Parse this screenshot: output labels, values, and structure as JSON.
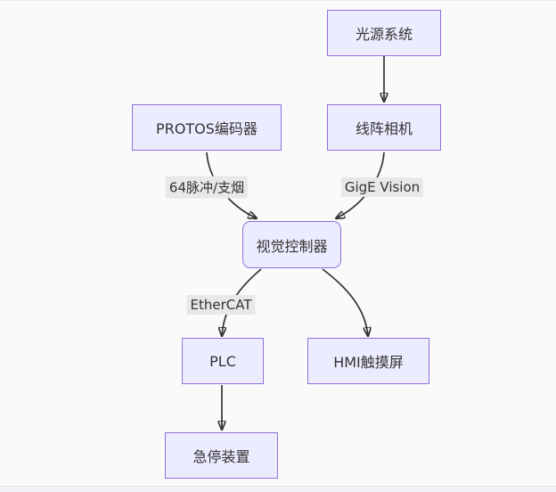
{
  "diagram": {
    "type": "flowchart",
    "direction": "top-down",
    "nodes": {
      "light_source": {
        "label": "光源系统",
        "shape": "rect"
      },
      "protos_encoder": {
        "label": "PROTOS编码器",
        "shape": "rect"
      },
      "line_camera": {
        "label": "线阵相机",
        "shape": "rect"
      },
      "vision_controller": {
        "label": "视觉控制器",
        "shape": "rounded-rect"
      },
      "plc": {
        "label": "PLC",
        "shape": "rect"
      },
      "hmi": {
        "label": "HMI触摸屏",
        "shape": "rect"
      },
      "estop": {
        "label": "急停装置",
        "shape": "rect"
      }
    },
    "edges": [
      {
        "from": "light_source",
        "to": "line_camera",
        "label": ""
      },
      {
        "from": "protos_encoder",
        "to": "vision_controller",
        "label": "64脉冲/支烟"
      },
      {
        "from": "line_camera",
        "to": "vision_controller",
        "label": "GigE Vision"
      },
      {
        "from": "vision_controller",
        "to": "plc",
        "label": "EtherCAT"
      },
      {
        "from": "vision_controller",
        "to": "hmi",
        "label": ""
      },
      {
        "from": "plc",
        "to": "estop",
        "label": ""
      }
    ],
    "colors": {
      "node_fill": "#ECECFF",
      "node_border": "#9370DB",
      "edge_stroke": "#333333",
      "edge_label_bg": "#e8e8e8",
      "text": "#333333",
      "canvas_bg": "#fafafa"
    }
  }
}
